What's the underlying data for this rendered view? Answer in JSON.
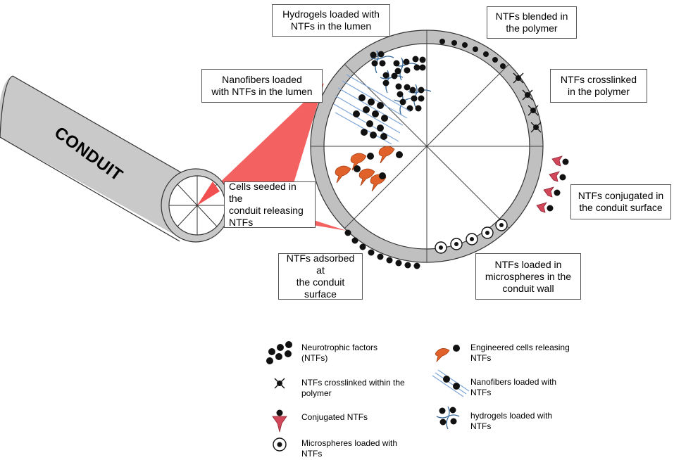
{
  "conduit_label": "CONDUIT",
  "callouts": {
    "hydrogels": "Hydrogels loaded with\nNTFs in the lumen",
    "blended": "NTFs blended in\nthe polymer",
    "nanofibers": "Nanofibers loaded\nwith NTFs in the lumen",
    "crosslinked": "NTFs crosslinked\nin the polymer",
    "cells": "Cells seeded in the\nconduit releasing\nNTFs",
    "conjugated": "NTFs conjugated in\nthe conduit surface",
    "adsorbed": "NTFs adsorbed at\nthe conduit\nsurface",
    "microspheres": "NTFs loaded in\nmicrospheres in the\nconduit wall"
  },
  "legend": {
    "neurotrophic": "Neurotrophic factors\n(NTFs)",
    "crosslinked": "NTFs crosslinked within the\npolymer",
    "conjugated": "Conjugated NTFs",
    "microspheres": "Microspheres loaded with\nNTFs",
    "engineered": "Engineered cells releasing\nNTFs",
    "nanofibers": "Nanofibers loaded with\nNTFs",
    "hydrogels": "hydrogels loaded with\nNTFs"
  },
  "colors": {
    "conduit_gray": "#c8c8c8",
    "wall_gray": "#c0c0c0",
    "highlight_red": "#f25050",
    "cell_orange": "#e0622a",
    "conjugate_red": "#d2485a",
    "fiber_blue": "#7fa6d8",
    "hydrogel_blue": "#3a6a9a"
  }
}
